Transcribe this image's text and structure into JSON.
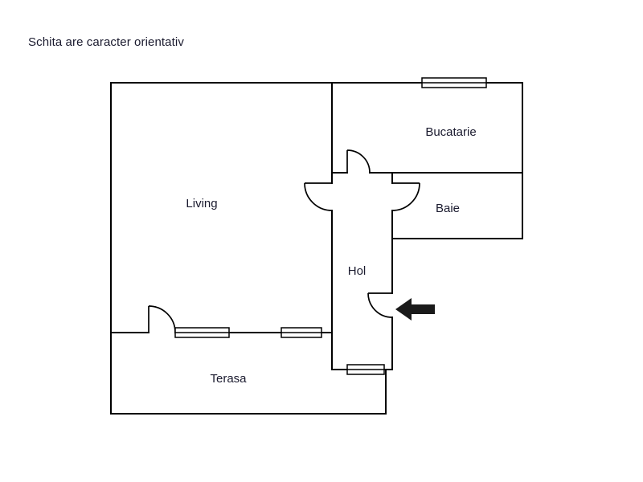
{
  "plan": {
    "disclaimer": "Schita are caracter orientativ",
    "rooms": [
      {
        "name": "Living"
      },
      {
        "name": "Bucatarie"
      },
      {
        "name": "Baie"
      },
      {
        "name": "Hol"
      },
      {
        "name": "Terasa"
      }
    ],
    "entrance": {
      "icon": "entrance-arrow-icon",
      "direction": "left"
    },
    "colors": {
      "background": "#ffffff",
      "wall": "#000000",
      "text": "#1a1a2e",
      "arrow": "#1a1a1a"
    }
  }
}
